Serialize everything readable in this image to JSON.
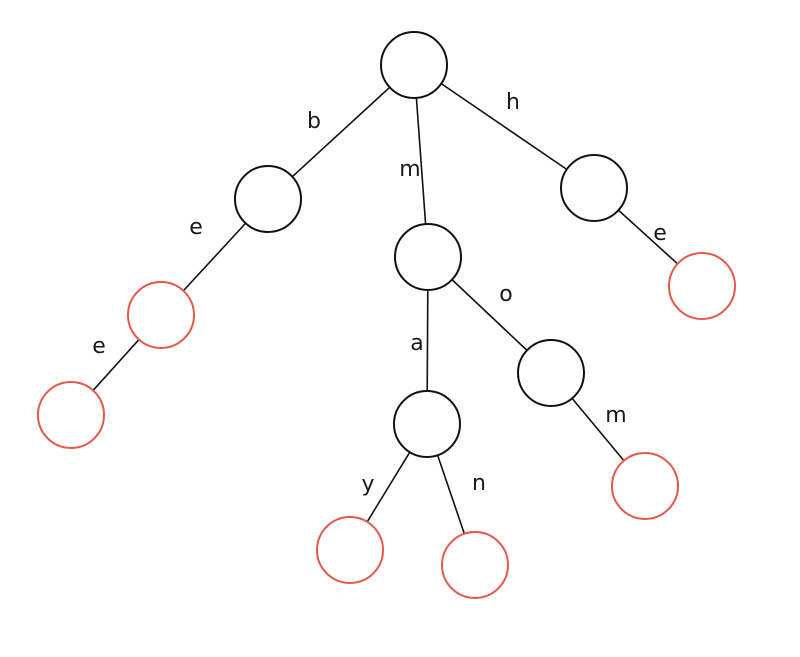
{
  "colors": {
    "internal_node": "#111111",
    "terminal_node": "#e5584a",
    "edge": "#111111",
    "label": "#1a1a1a"
  },
  "nodes": [
    {
      "id": "root",
      "terminal": false
    },
    {
      "id": "b",
      "terminal": false
    },
    {
      "id": "be",
      "terminal": true
    },
    {
      "id": "bee",
      "terminal": true
    },
    {
      "id": "m",
      "terminal": false
    },
    {
      "id": "ma",
      "terminal": false
    },
    {
      "id": "may",
      "terminal": true
    },
    {
      "id": "man",
      "terminal": true
    },
    {
      "id": "mo",
      "terminal": false
    },
    {
      "id": "mom",
      "terminal": true
    },
    {
      "id": "h",
      "terminal": false
    },
    {
      "id": "he",
      "terminal": true
    }
  ],
  "edges": [
    {
      "from": "root",
      "to": "b",
      "label": "b"
    },
    {
      "from": "root",
      "to": "m",
      "label": "m"
    },
    {
      "from": "root",
      "to": "h",
      "label": "h"
    },
    {
      "from": "b",
      "to": "be",
      "label": "e"
    },
    {
      "from": "be",
      "to": "bee",
      "label": "e"
    },
    {
      "from": "m",
      "to": "ma",
      "label": "a"
    },
    {
      "from": "m",
      "to": "mo",
      "label": "o"
    },
    {
      "from": "ma",
      "to": "may",
      "label": "y"
    },
    {
      "from": "ma",
      "to": "man",
      "label": "n"
    },
    {
      "from": "mo",
      "to": "mom",
      "label": "m"
    },
    {
      "from": "h",
      "to": "he",
      "label": "e"
    }
  ]
}
